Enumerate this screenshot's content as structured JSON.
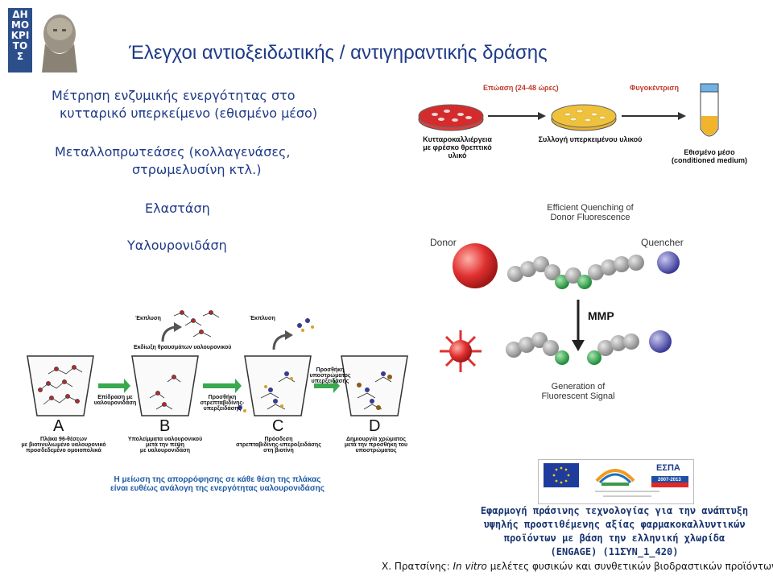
{
  "logo": {
    "word": "ΔΗΜΟΚΡΙΤΟΣ"
  },
  "title": "Έλεγχοι αντιοξειδωτικής / αντιγηραντικής δράσης",
  "bullets": [
    {
      "line1": "Μέτρηση ενζυμικής ενεργότητας στο",
      "line2": "κυτταρικό υπερκείμενο (εθισμένο μέσο)"
    },
    {
      "line1": "Μεταλλοπρωτεάσες (κολλαγενάσες,",
      "line2": "στρωμελυσίνη κτλ.)"
    },
    {
      "line1": "Ελαστάση"
    },
    {
      "line1": "Υαλουρονιδάση"
    }
  ],
  "culture_diagram": {
    "step1_top": "Επώαση (24-48 ώρες)",
    "step2_top": "Φυγοκέντριση",
    "dish1_label_1": "Κυτταροκαλλιέργεια",
    "dish1_label_2": "με φρέσκο θρεπτικό υλικό",
    "dish2_label": "Συλλογή υπερκειμένου υλικού",
    "tube_label_1": "Εθισμένο μέσο",
    "tube_label_2": "(conditioned medium)"
  },
  "fret_diagram": {
    "top_1": "Efficient Quenching of",
    "top_2": "Donor Fluorescence",
    "donor": "Donor",
    "quencher": "Quencher",
    "enzyme": "MMP",
    "bottom_1": "Generation of",
    "bottom_2": "Fluorescent Signal"
  },
  "hyaluronidase_diagram": {
    "wash1": "Έκπλυση",
    "wash2": "Έκπλυση",
    "release": "Εκδίωξη θραυσμάτων υαλουρονικού",
    "arrow1": [
      "Επίδραση με",
      "υαλουρονιδάση"
    ],
    "arrow2": [
      "Προσθήκη",
      "στρεπταβιδίνης-",
      "υπερξειδάσης"
    ],
    "arrow3": [
      "Προσθήκη",
      "υποστρώματος",
      "υπερξειδάσης"
    ],
    "letters": [
      "A",
      "B",
      "C",
      "D"
    ],
    "captions": [
      [
        "Πλάκα 96-θέσεων",
        "με βιοτινυλιωμένο υαλουρονικό",
        "προσδεδεμένο ομοιοπολικά"
      ],
      [
        "Υπολείμματα υαλουρονικού",
        "μετά την πέψη",
        "με υαλουρονιδάση"
      ],
      [
        "Πρόσδεση",
        "στρεπταβιδίνης-υπεροξειδάσης",
        "στη βιοτίνη"
      ],
      [
        "Δημιουργία χρώματος",
        "μετά την προσθήκη του",
        "υποστρώματος"
      ]
    ],
    "note_1": "Η μείωση της απορρόφησης σε κάθε θέση της πλάκας",
    "note_2": "είναι ευθέως ανάλογη της ενεργότητας υαλουρονιδάσης"
  },
  "funding": {
    "espa": "ΕΣΠΑ",
    "espa_years": "2007-2013"
  },
  "project": {
    "line1": "Εφαρμογή πράσινης τεχνολογίας για την ανάπτυξη",
    "line2": "υψηλής προστιθέμενης αξίας φαρμακοκαλλυντικών",
    "line3": "προϊόντων με βάση την ελληνική χλωρίδα",
    "line4": "(ENGAGE) (11ΣΥΝ_1_420)"
  },
  "footer": {
    "author": "Χ. Πρατσίνης:",
    "italic": "In vitro",
    "rest": "μελέτες φυσικών και συνθετικών βιοδραστικών προϊόντων"
  },
  "colors": {
    "title": "#1f3b88",
    "logo_band": "#2c4f8c",
    "donor": "#e03030",
    "quencher": "#4a4aa8",
    "green": "#2fa84a"
  }
}
